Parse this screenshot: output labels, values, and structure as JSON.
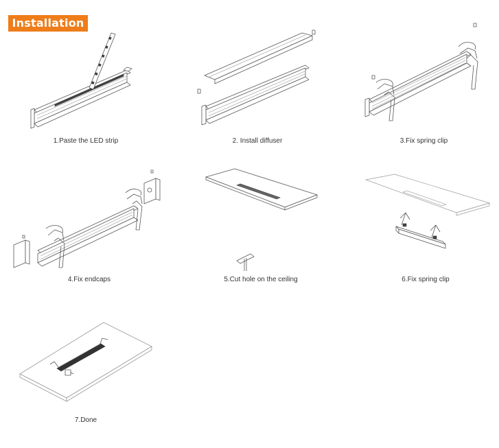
{
  "header": {
    "title": "Installation",
    "accent_color": "#ee7d1a"
  },
  "steps": [
    {
      "label": "1.Paste the LED strip"
    },
    {
      "label": "2. Install diffuser"
    },
    {
      "label": "3.Fix spring clip"
    },
    {
      "label": "4.Fix endcaps"
    },
    {
      "label": "5.Cut hole on the ceiling"
    },
    {
      "label": "6.Fix spring clip"
    },
    {
      "label": "7.Done"
    }
  ]
}
